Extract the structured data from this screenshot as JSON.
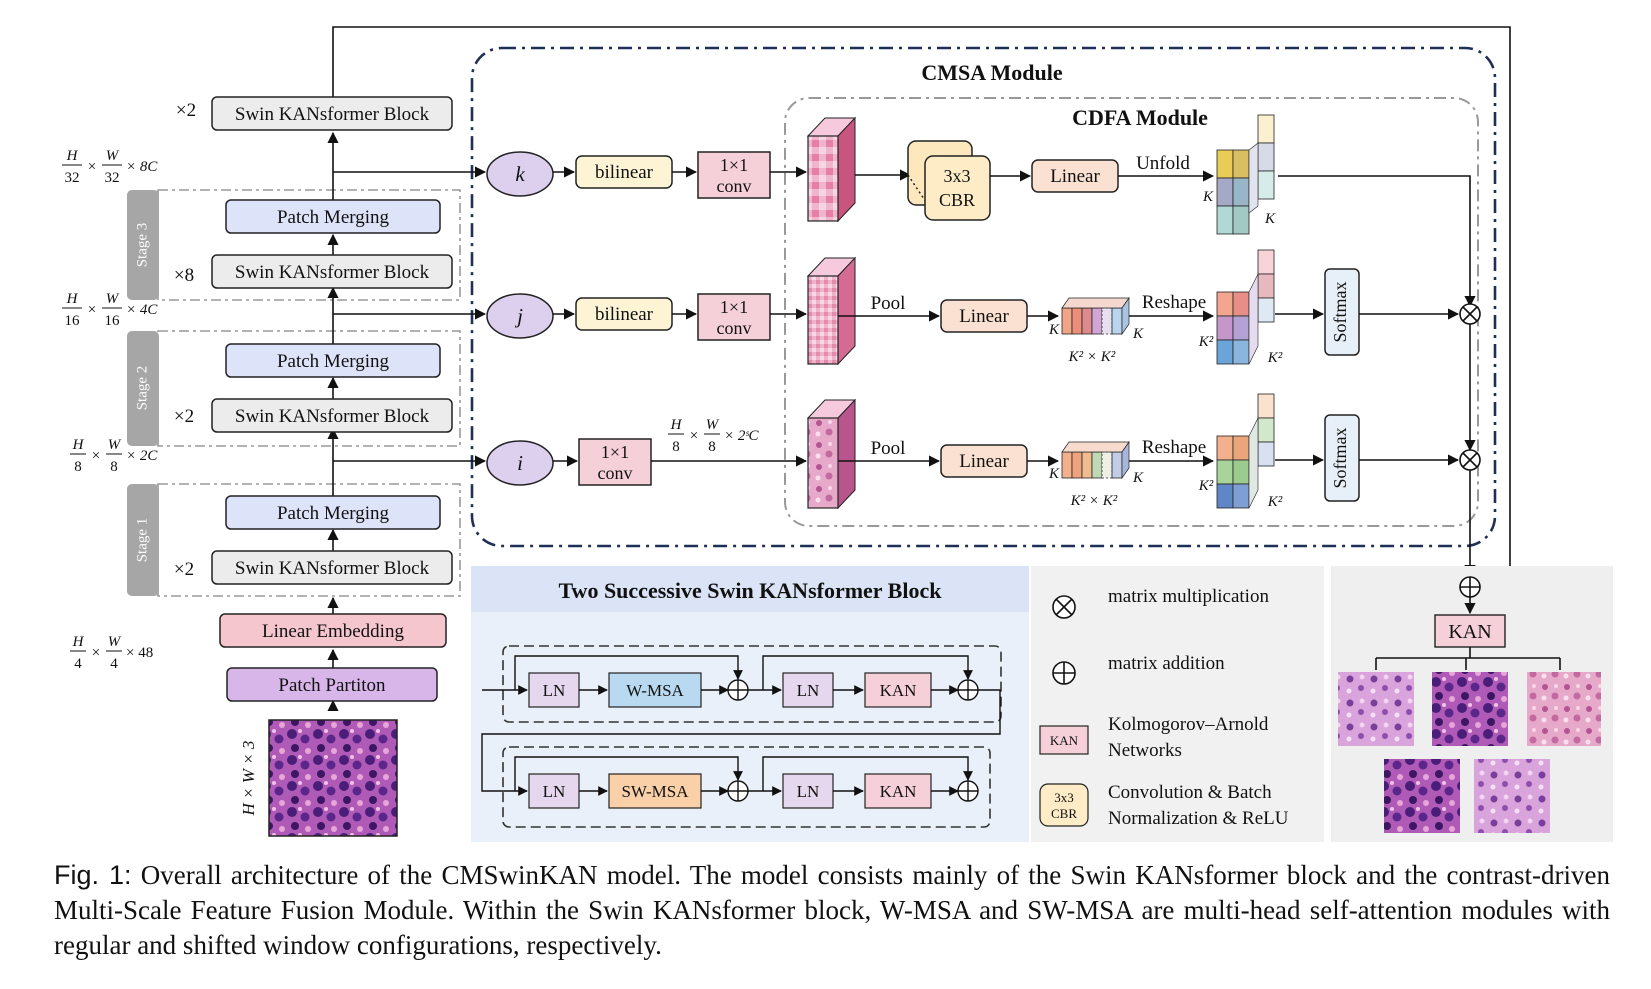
{
  "encoder": {
    "top_block": {
      "multiplier": "×2",
      "label": "Swin KANsformer Block"
    },
    "dims": {
      "d32": {
        "num_h": "H",
        "den_h": "32",
        "num_w": "W",
        "den_w": "32",
        "tail": "× 8C"
      },
      "d16": {
        "num_h": "H",
        "den_h": "16",
        "num_w": "W",
        "den_w": "16",
        "tail": "× 4C"
      },
      "d8": {
        "num_h": "H",
        "den_h": "8",
        "num_w": "W",
        "den_w": "8",
        "tail": "× 2C"
      },
      "d4": {
        "num_h": "H",
        "den_h": "4",
        "num_w": "W",
        "den_w": "4",
        "tail": "× 48"
      },
      "input": "H × W × 3"
    },
    "stages": [
      {
        "name": "Stage 3",
        "merge_label": "Patch Merging",
        "block_label": "Swin KANsformer Block",
        "multiplier": "×8"
      },
      {
        "name": "Stage 2",
        "merge_label": "Patch Merging",
        "block_label": "Swin KANsformer Block",
        "multiplier": "×2"
      },
      {
        "name": "Stage 1",
        "merge_label": "Patch Merging",
        "block_label": "Swin KANsformer Block",
        "multiplier": "×2"
      }
    ],
    "linear_embedding": "Linear Embedding",
    "patch_partition": "Patch Partiton"
  },
  "cmsa": {
    "title": "CMSA Module",
    "cdfa_title": "CDFA Module",
    "k_row": {
      "node": "k",
      "interp": "bilinear",
      "conv_1": "1×1",
      "conv_2": "conv",
      "cbr_1": "3x3",
      "cbr_2": "CBR",
      "linear": "Linear",
      "unfold": "Unfold",
      "k_a": "K",
      "k_b": "K"
    },
    "j_row": {
      "node": "j",
      "interp": "bilinear",
      "conv_1": "1×1",
      "conv_2": "conv",
      "pool": "Pool",
      "linear": "Linear",
      "reshape": "Reshape",
      "k_left": "K",
      "k_right": "K",
      "k2xk2": "K² × K²",
      "k2_a": "K²",
      "k2_b": "K²",
      "softmax": "Softmax"
    },
    "i_row": {
      "node": "i",
      "conv_1": "1×1",
      "conv_2": "conv",
      "dim_num_h": "H",
      "dim_den_h": "8",
      "dim_num_w": "W",
      "dim_den_w": "8",
      "dim_tail": "× 2ˢC",
      "pool": "Pool",
      "linear": "Linear",
      "reshape": "Reshape",
      "k_left": "K",
      "k_right": "K",
      "k2xk2": "K² × K²",
      "k2_a": "K²",
      "k2_b": "K²",
      "softmax": "Softmax"
    }
  },
  "swin_panel": {
    "title": "Two Successive Swin KANsformer Block",
    "row1": [
      "LN",
      "W-MSA",
      "LN",
      "KAN"
    ],
    "row2": [
      "LN",
      "SW-MSA",
      "LN",
      "KAN"
    ]
  },
  "legend": {
    "mult_label": "matrix multiplication",
    "add_label": "matrix addition",
    "kan_icon": "KAN",
    "kan_line1": "Kolmogorov–Arnold",
    "kan_line2": "Networks",
    "cbr_icon_1": "3x3",
    "cbr_icon_2": "CBR",
    "cbr_line1": "Convolution & Batch",
    "cbr_line2": "Normalization & ReLU"
  },
  "output": {
    "kan_label": "KAN"
  },
  "caption": {
    "fig_no": "Fig. 1:",
    "text": " Overall architecture of the CMSwinKAN model. The model consists mainly of the Swin KANsformer block and the contrast-driven Multi-Scale Feature Fusion Module. Within the Swin KANsformer block, W-MSA and SW-MSA are multi-head self-attention modules with regular and shifted window configurations, respectively."
  },
  "colors": {
    "block_grey": "#ececec",
    "merge_blue": "#dde3f8",
    "embed_pink": "#f6c6cf",
    "partition_purple": "#d9b6ea",
    "node_purple": "#dcd0ee",
    "bilinear_yellow": "#fdf4d6",
    "conv_pink": "#f6d0d8",
    "linear_peach": "#fbe1d1",
    "softmax_blue": "#e7f0f8",
    "cmsa_border": "#1f2f55",
    "panel_blue": "#eaf0fa",
    "panel_grey": "#f1f1f1"
  }
}
